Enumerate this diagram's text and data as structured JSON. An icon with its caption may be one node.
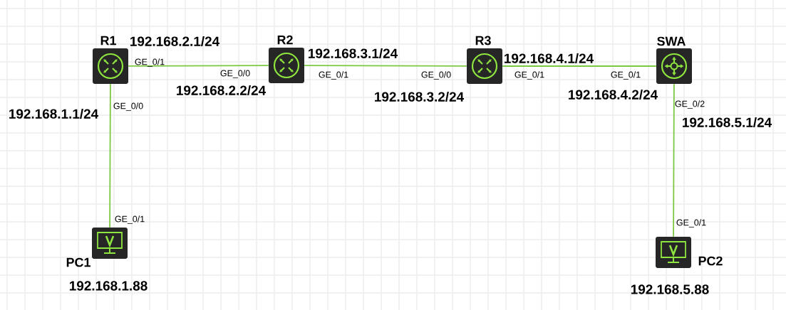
{
  "diagram": {
    "nodes": [
      {
        "text": [
          "R1"
        ]
      },
      {
        "text": [
          "R2"
        ]
      },
      {
        "text": [
          "R3"
        ]
      },
      {
        "text": [
          "SWA"
        ]
      },
      {
        "text": [
          "PC1"
        ],
        "beside": [
          "192.168.1.88"
        ]
      },
      {
        "text": [
          "PC2"
        ],
        "beside": [
          "192.168.5.88"
        ]
      }
    ],
    "edges": [
      {
        "from": 0,
        "to": 1,
        "arrow": "none"
      },
      {
        "from": 1,
        "to": 2,
        "arrow": "none"
      },
      {
        "from": 2,
        "to": 3,
        "arrow": "none"
      },
      {
        "from": 0,
        "to": 4,
        "arrow": "none"
      },
      {
        "from": 3,
        "to": 5,
        "arrow": "none"
      }
    ],
    "labels": [
      "192.168.2.1/24",
      "GE_0/1",
      "GE_0/0",
      "192.168.2.2/24",
      "192.168.3.1/24",
      "GE_0/1",
      "GE_0/0",
      "192.168.3.2/24",
      "192.168.4.1/24",
      "GE_0/1",
      "GE_0/1",
      "192.168.4.2/24",
      "GE_0/0",
      "192.168.1.1/24",
      "GE_0/2",
      "192.168.5.1/24",
      "GE_0/1",
      "GE_0/1"
    ]
  }
}
